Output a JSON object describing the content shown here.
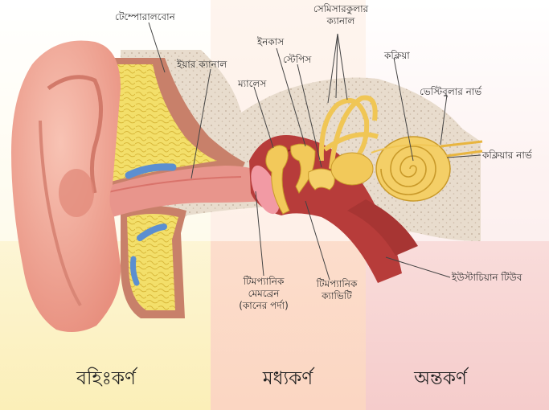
{
  "zones": [
    {
      "title": "বহিঃকর্ণ",
      "color": "#fbf1bf"
    },
    {
      "title": "মধ্যকর্ণ",
      "color": "#fbd9c6"
    },
    {
      "title": "অন্তকর্ণ",
      "color": "#f6d0cf"
    }
  ],
  "labels": {
    "temporal_bone": "টেম্পোরালবোন",
    "semicircular": [
      "সেমিসারকুলার",
      "ক্যানাল"
    ],
    "incus": "ইনকাস",
    "stapes": "স্টেপিস",
    "cochlea": "কক্লিয়া",
    "ear_canal": "ইয়ার ক্যানাল",
    "malleus": "ম্যালেস",
    "vestibular_nerve": "ভেস্টিবুলার নার্ভ",
    "cochlear_nerve": "কক্লিয়ার নার্ভ",
    "eustachian_tube": "ইউস্টাচিয়ান টিউব",
    "tympanic_membrane": [
      "টিমপ্যানিক",
      "মেমব্রেন",
      "(কানের পর্দা)"
    ],
    "tympanic_cavity": [
      "টিমপ্যানিক",
      "ক্যাভিটি"
    ]
  },
  "colors": {
    "skin": "#f0a898",
    "bone": "#e6d8c8",
    "fat": "#f3df6a",
    "ossicles": "#f2c95a",
    "cavity": "#b73c3a",
    "leader": "#444444"
  }
}
